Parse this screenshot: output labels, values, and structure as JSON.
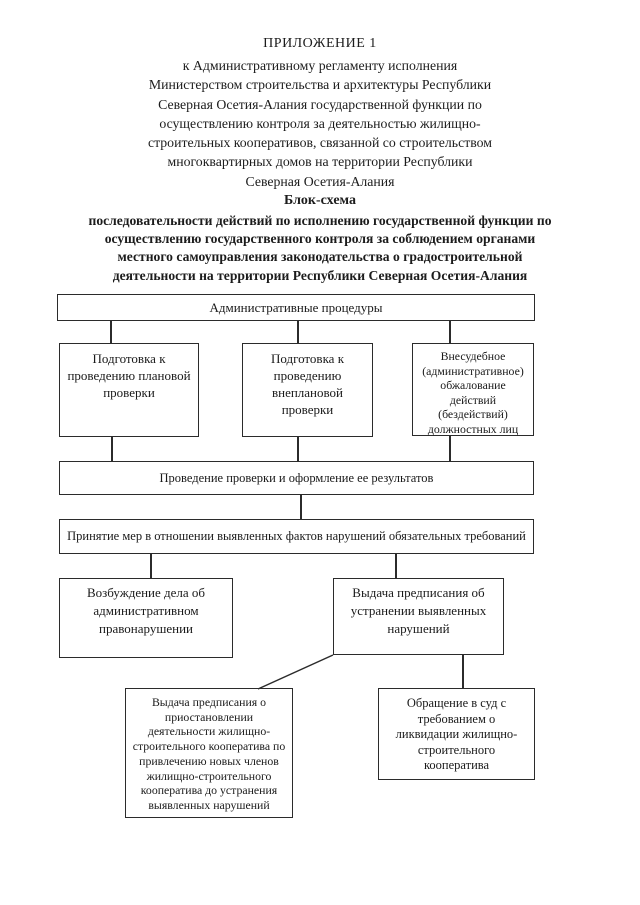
{
  "page": {
    "appendix_title": "ПРИЛОЖЕНИЕ 1",
    "appendix_lines": "к Административному регламенту исполнения\nМинистерством строительства и архитектуры Республики\nСеверная Осетия-Алания государственной функции по\nосуществлению контроля за деятельностью жилищно-\nстроительных кооперативов, связанной со строительством\nмногоквартирных домов на территории Республики\nСеверная Осетия-Алания",
    "schema_heading": "Блок-схема",
    "schema_subtitle": "последовательности действий по исполнению государственной функции по\nосуществлению государственного контроля за соблюдением органами\nместного самоуправления законодательства о градостроительной\nдеятельности на территории Республики Северная Осетия-Алания"
  },
  "flowchart": {
    "admin_procedures": "Административные процедуры",
    "prep_planned": "Подготовка к\nпроведению плановой\nпроверки",
    "prep_unplanned": "Подготовка к\nпроведению\nвнеплановой\nпроверки",
    "extrajudicial_appeal": "Внесудебное\n(административное)\nобжалование\nдействий\n(бездействий)\nдолжностных лиц",
    "inspection_results": "Проведение проверки и оформление ее результатов",
    "measures_taken": "Принятие мер в отношении выявленных фактов нарушений обязательных требований",
    "case_initiation": "Возбуждение дела об\nадминистративном\nправонарушении",
    "order_issuance": "Выдача предписания об\nустранении выявленных\nнарушений",
    "suspension_order": "Выдача предписания о\nприостановлении\nдеятельности жилищно-\nстроительного кооператива по\nпривлечению новых членов\nжилищно-строительного\nкооператива до устранения\nвыявленных нарушений",
    "court_liquidation": "Обращение в суд с\nтребованием о\nликвидации жилищно-\nстроительного\nкооператива"
  },
  "colors": {
    "ink": "#1c1c1c",
    "background": "#ffffff"
  }
}
